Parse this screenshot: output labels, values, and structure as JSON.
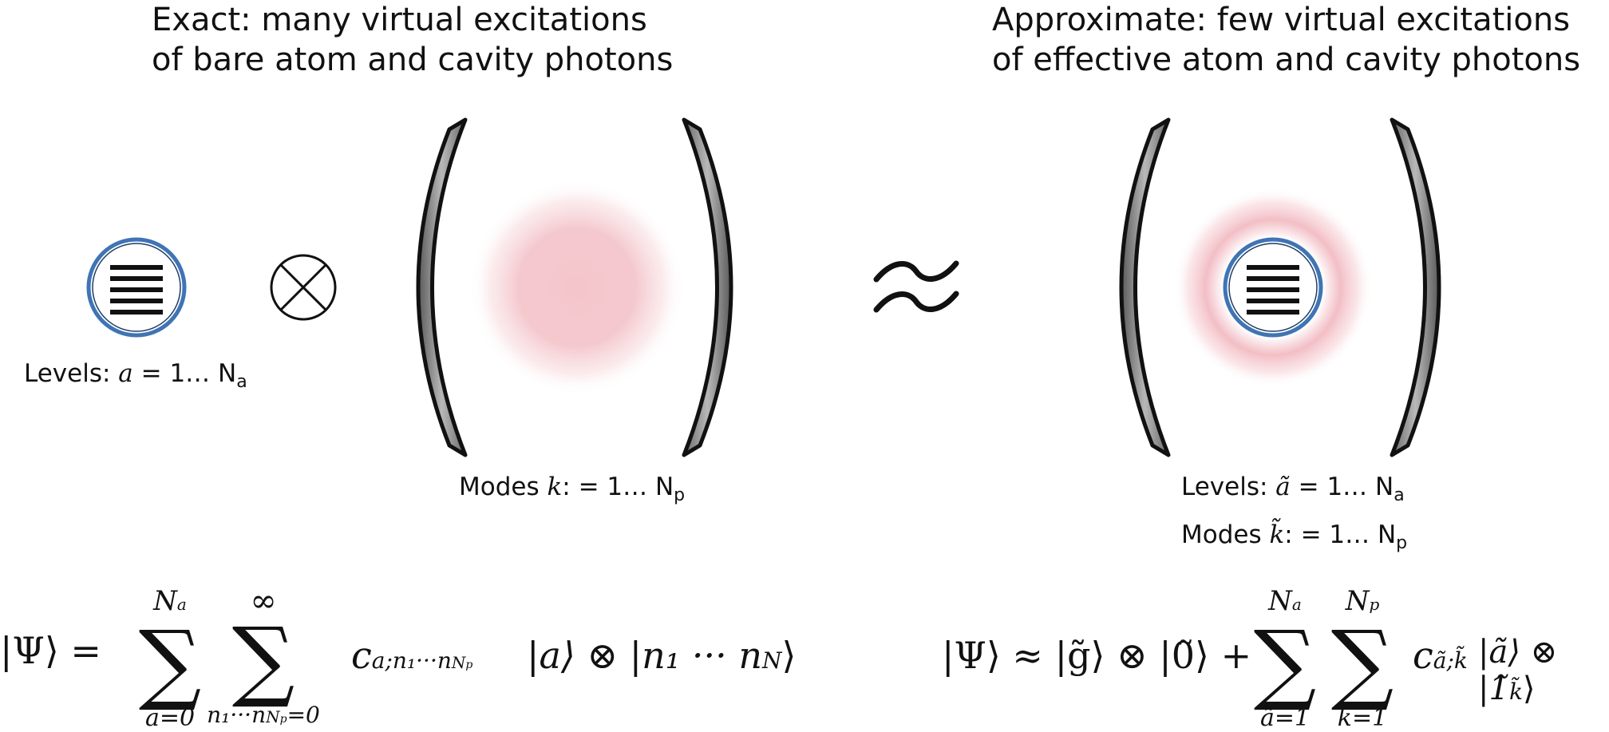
{
  "left_title": {
    "line1": "Exact: many virtual excitations",
    "line2": "of bare atom and cavity photons"
  },
  "right_title": {
    "line1": "Approximate: few virtual excitations",
    "line2": "of effective atom and cavity photons"
  },
  "left_labels": {
    "levels_prefix": "Levels: ",
    "levels_var": "a",
    "levels_range": " = 1… N",
    "levels_sub": "a",
    "modes_prefix": "Modes ",
    "modes_var": "k",
    "modes_range": ": = 1… N",
    "modes_sub": "p"
  },
  "right_labels": {
    "levels_prefix": "Levels: ",
    "levels_var": "ã",
    "levels_range": " = 1… N",
    "levels_sub": "a",
    "modes_prefix": "Modes ",
    "modes_var": "k̃",
    "modes_range": ": = 1… N",
    "modes_sub": "p"
  },
  "symbols": {
    "tensor": "⊗",
    "approx": "≈"
  },
  "icons": [
    "atom-levels-icon",
    "cavity-mirror-icon",
    "photon-cloud-icon",
    "tensor-product-icon",
    "approx-icon"
  ],
  "colors": {
    "atom_ring": "#3f74b5",
    "photon_cloud": "#f2a4ae",
    "mirror_fill": "#8a8a8a"
  },
  "equations": {
    "left": {
      "psi": "|Ψ⟩ =",
      "sum1_top": "N",
      "sum1_top_sub": "a",
      "sum1_bottom": "a=0",
      "sum2_top": "∞",
      "sum2_bottom": "n₁···n",
      "sum2_bottom_sub": "N",
      "sum2_bottom_subsub": "p",
      "sum2_bottom_tail": "=0",
      "coef": "c",
      "coef_sub": "a;n₁···n",
      "coef_sub2": "N",
      "coef_sub3": "p",
      "tail": "|a⟩ ⊗ |n₁ ··· n",
      "tail_sub": "N",
      "tail_end": "⟩"
    },
    "right": {
      "psi": "|Ψ⟩ ≈ |g̃⟩ ⊗ |0̃⟩ +",
      "sum1_top": "N",
      "sum1_top_sub": "a",
      "sum1_bottom": "ã=1",
      "sum2_top": "N",
      "sum2_top_sub": "p",
      "sum2_bottom": "k̃=1",
      "coef": "c",
      "coef_sub": "ã;k̃",
      "tail": "|ã⟩ ⊗ |1̃",
      "tail_sub": "k̃",
      "tail_end": "⟩"
    }
  }
}
